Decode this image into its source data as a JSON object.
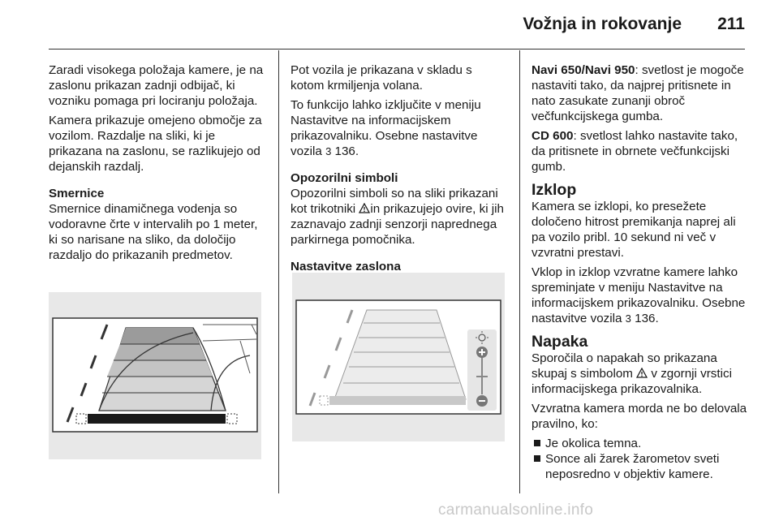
{
  "header": {
    "title": "Vožnja in rokovanje",
    "page": "211"
  },
  "col1": {
    "p1": "Zaradi visokega položaja kamere, je na zaslonu prikazan zadnji odbijač, ki vozniku pomaga pri lociranju položaja.",
    "p2": "Kamera prikazuje omejeno območje za vozilom. Razdalje na sliki, ki je prikazana na zaslonu, se razlikujejo od dejanskih razdalj.",
    "heading": "Smernice",
    "p3": "Smernice dinamičnega vodenja so vodoravne črte v intervalih po 1 meter, ki so narisane na sliko, da določijo razdaljo do prikazanih predmetov."
  },
  "col2": {
    "p1": "Pot vozila je prikazana v skladu s kotom krmiljenja volana.",
    "p2_text": "To funkcijo lahko izključite v meniju Nastavitve na informacijskem prikazovalniku. Osebne nastavitve vozila",
    "p2_arrow": "3",
    "p2_page": " 136.",
    "heading1": "Opozorilni simboli",
    "p3_a": "Opozorilni simboli so na sliki prikazani kot trikotniki ",
    "p3_b": "in prikazujejo ovire, ki jih zaznavajo zadnji senzorji naprednega parkirnega pomočnika.",
    "heading2": "Nastavitve zaslona"
  },
  "col3": {
    "p1_bold": "Navi 650/Navi 950",
    "p1_text": ": svetlost je mogoče nastaviti tako, da najprej pritisnete in nato zasukate zunanji obroč večfunkcijskega gumba.",
    "p2_bold": "CD 600",
    "p2_text": ": svetlost lahko nastavite tako, da pritisnete in obrnete večfunkcijski gumb.",
    "h_izklop": "Izklop",
    "p3": "Kamera se izklopi, ko presežete določeno hitrost premikanja naprej ali pa vozilo pribl. 10 sekund ni več v vzvratni prestavi.",
    "p4_text": "Vklop in izklop vzvratne kamere lahko spreminjate v meniju Nastavitve na informacijskem prikazovalniku. Osebne nastavitve vozila",
    "p4_arrow": "3",
    "p4_page": " 136.",
    "h_napaka": "Napaka",
    "p5_a": "Sporočila o napakah so prikazana skupaj s simbolom ",
    "p5_b": "v zgornji vrstici informacijskega prikazovalnika.",
    "p6": "Vzvratna kamera morda ne bo delovala pravilno, ko:",
    "bullets": [
      "Je okolica temna.",
      "Sonce ali žarek žarometov sveti neposredno v objektiv kamere."
    ]
  },
  "footer": {
    "watermark": "carmanualsonline.info"
  },
  "colors": {
    "text": "#1a1a1a",
    "figure_bg": "#e8e8e8",
    "watermark": "#c8c8c8"
  }
}
